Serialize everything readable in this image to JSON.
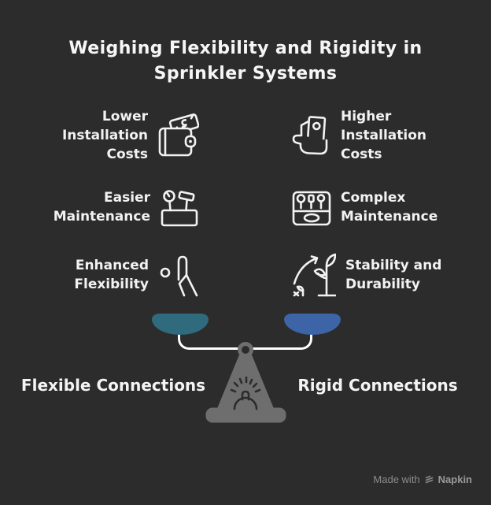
{
  "title": "Weighing Flexibility and Rigidity in\nSprinkler Systems",
  "left_column": {
    "heading": "Flexible Connections",
    "items": [
      {
        "label": "Lower\nInstallation\nCosts",
        "icon": "wallet-money-icon"
      },
      {
        "label": "Easier\nMaintenance",
        "icon": "toolbox-open-icon"
      },
      {
        "label": "Enhanced\nFlexibility",
        "icon": "person-stretching-icon"
      }
    ]
  },
  "right_column": {
    "heading": "Rigid Connections",
    "items": [
      {
        "label": "Higher\nInstallation\nCosts",
        "icon": "hand-holding-money-icon"
      },
      {
        "label": "Complex\nMaintenance",
        "icon": "toolbox-tools-icon"
      },
      {
        "label": "Stability and\nDurability",
        "icon": "plant-growth-icon"
      }
    ]
  },
  "scale": {
    "left_pan_color": "#2F6B7C",
    "right_pan_color": "#3C64A6",
    "stand_color": "#6E6E6E",
    "beam_color": "#FFFFFF"
  },
  "footer": {
    "made_with": "Made with",
    "brand": "Napkin"
  },
  "colors": {
    "background": "#2C2C2C",
    "text": "#F2F2F2",
    "footer_text": "#8C8C8C"
  }
}
